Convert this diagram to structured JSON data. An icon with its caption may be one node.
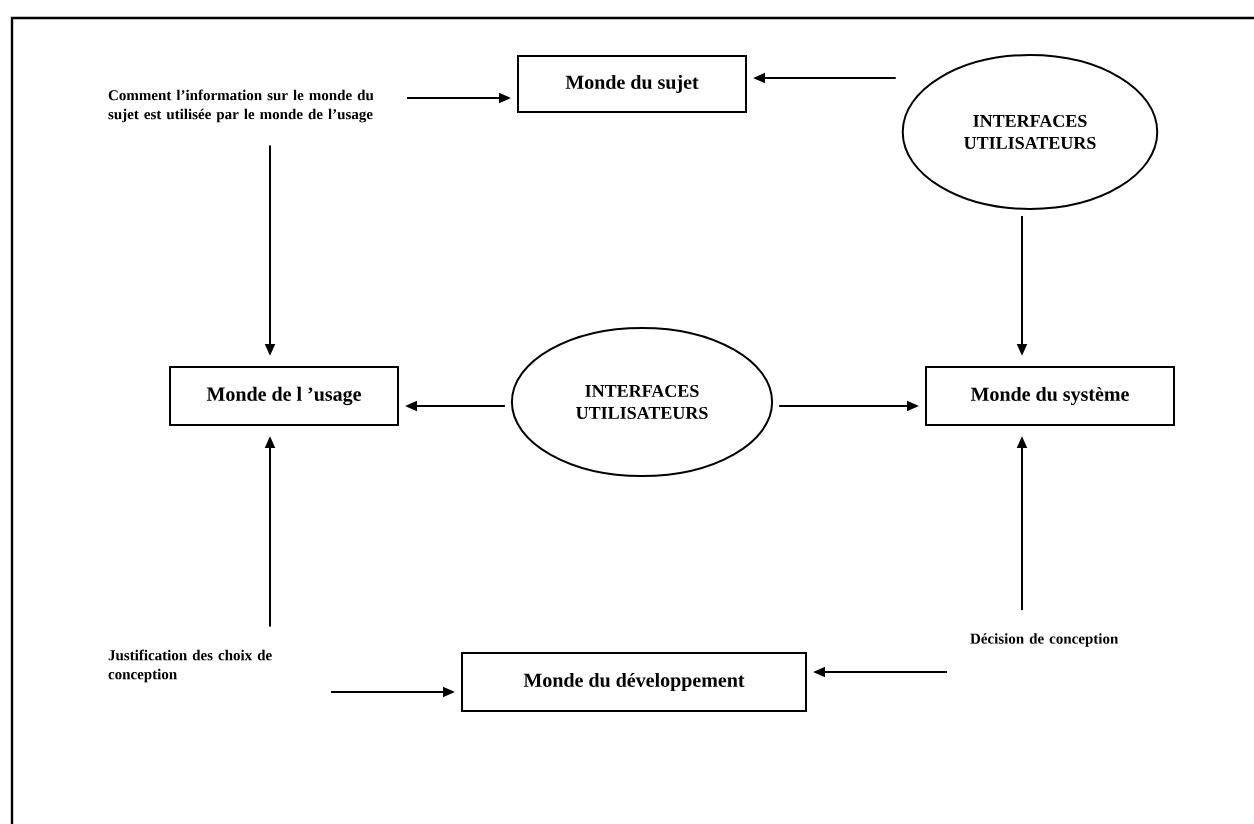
{
  "diagram": {
    "nodes": [
      {
        "text": [
          "Comment l’information sur le monde du sujet est utilisée par le monde de l’usage"
        ]
      },
      {
        "text": [
          "Monde du sujet"
        ]
      },
      {
        "text": [
          "INTERFACES UTILISATEURS"
        ]
      },
      {
        "text": [
          "Monde de l ’usage"
        ]
      },
      {
        "text": [
          "INTERFACES UTILISATEURS"
        ]
      },
      {
        "text": [
          "Monde du système"
        ]
      },
      {
        "text": [
          "Justification des choix de conception"
        ]
      },
      {
        "text": [
          "Monde du développement"
        ]
      },
      {
        "text": [
          "Décision de conception"
        ]
      }
    ],
    "edges": [
      {
        "from": 0,
        "to": 1,
        "arrow": "to"
      },
      {
        "from": 2,
        "to": 1,
        "arrow": "to"
      },
      {
        "from": 0,
        "to": 3,
        "arrow": "to"
      },
      {
        "from": 2,
        "to": 5,
        "arrow": "to"
      },
      {
        "from": 4,
        "to": 3,
        "arrow": "to"
      },
      {
        "from": 4,
        "to": 5,
        "arrow": "to"
      },
      {
        "from": 6,
        "to": 3,
        "arrow": "to"
      },
      {
        "from": 8,
        "to": 5,
        "arrow": "to"
      },
      {
        "from": 6,
        "to": 7,
        "arrow": "to"
      },
      {
        "from": 8,
        "to": 7,
        "arrow": "to"
      }
    ]
  }
}
